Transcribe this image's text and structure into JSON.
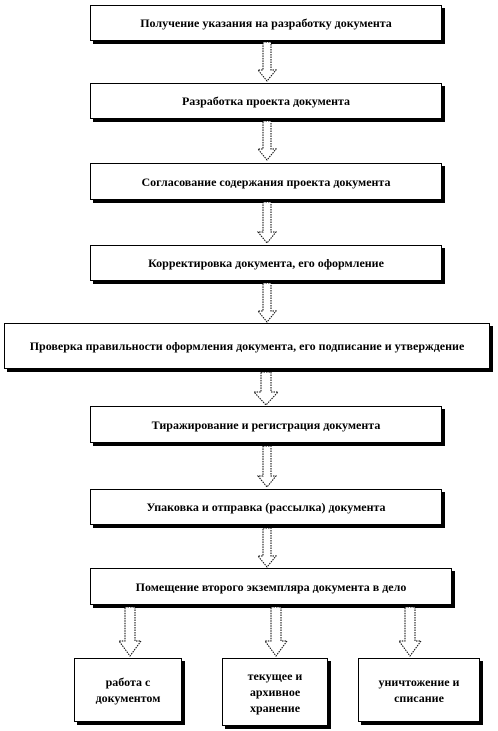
{
  "steps": [
    {
      "label": "Получение указания на разработку документа"
    },
    {
      "label": "Разработка проекта документа"
    },
    {
      "label": "Согласование содержания проекта документа"
    },
    {
      "label": "Корректировка документа, его оформление"
    },
    {
      "label": "Проверка правильности оформления документа, его подписание и утверждение"
    },
    {
      "label": "Тиражирование и регистрация документа"
    },
    {
      "label": "Упаковка и отправка (рассылка) документа"
    },
    {
      "label": "Помещение второго экземпляра документа в дело"
    }
  ],
  "outcomes": [
    {
      "label": "работа с документом"
    },
    {
      "label": "текущее и архивное хранение"
    },
    {
      "label": "уничтожение и списание"
    }
  ]
}
